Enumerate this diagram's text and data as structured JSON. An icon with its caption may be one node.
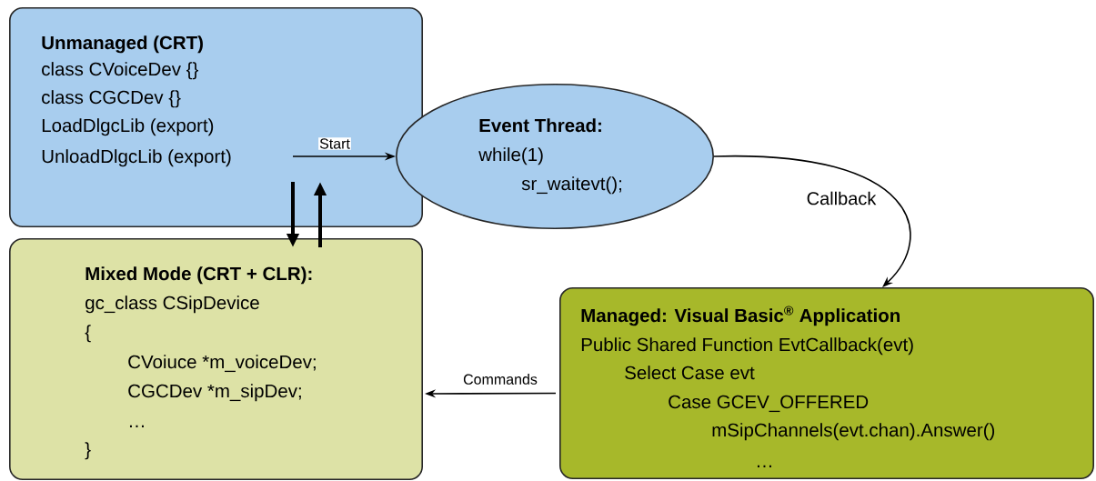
{
  "diagram": {
    "nodes": [
      {
        "text": [
          "Unmanaged (CRT)",
          "class CVoiceDev {}",
          "class CGCDev {}",
          "LoadDlgcLib (export)",
          "UnloadDlgcLib (export)"
        ]
      },
      {
        "text": [
          "Event Thread:",
          "while(1)",
          "sr_waitevt();"
        ]
      },
      {
        "text": [
          "Mixed Mode (CRT + CLR):",
          "gc_class CSipDevice",
          "{",
          "CVoiuce *m_voiceDev;",
          "CGCDev *m_sipDev;",
          "…",
          "}"
        ]
      },
      {
        "text": [
          "Managed: Visual Basic$^{®}$ Application",
          "Public Shared Function EvtCallback(evt)",
          "Select Case evt",
          "Case GCEV_OFFERED",
          "mSipChannels(evt.chan).Answer()",
          "…"
        ]
      }
    ],
    "edges": [
      {
        "from": 0,
        "to": 1,
        "arrow": "to",
        "label": "Start"
      },
      {
        "from": 1,
        "to": 3,
        "arrow": "to",
        "label": "Callback"
      },
      {
        "from": 0,
        "to": 2,
        "arrow": "to",
        "style": "thick"
      },
      {
        "from": 2,
        "to": 0,
        "arrow": "to",
        "style": "thick"
      },
      {
        "from": 3,
        "to": 2,
        "arrow": "to",
        "label": "Commands"
      }
    ]
  }
}
